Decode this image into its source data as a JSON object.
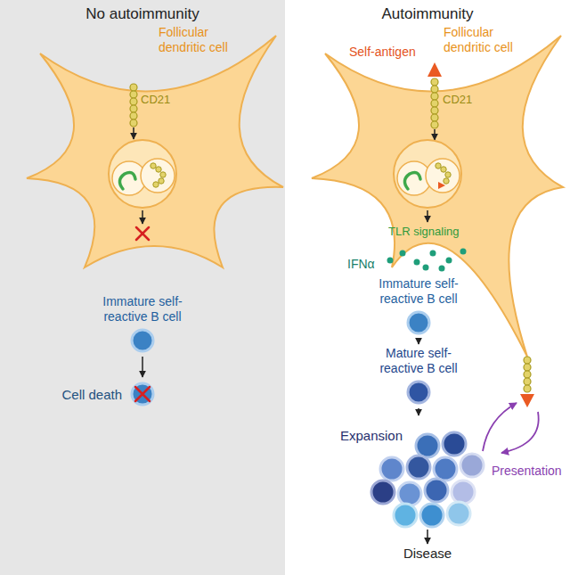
{
  "diagram": {
    "nodes": [
      {
        "text": [
          "No autoimmunity"
        ]
      },
      {
        "text": [
          "Autoimmunity"
        ]
      },
      {
        "text": [
          "Follicular dendritic cell"
        ],
        "in": 0
      },
      {
        "text": [
          "Immature self-reactive B cell"
        ],
        "in": 0
      },
      {
        "text": [
          "Cell death"
        ],
        "in": 0
      },
      {
        "text": [
          "Follicular dendritic cell"
        ],
        "in": 1
      },
      {
        "text": [
          "Immature self-reactive B cell"
        ],
        "in": 1
      },
      {
        "text": [
          "Mature self-reactive B cell"
        ],
        "in": 1
      },
      {
        "text": [
          "Expansion"
        ],
        "in": 1
      },
      {
        "text": [
          "Disease"
        ],
        "in": 1
      }
    ],
    "edges": [
      {
        "from": 3,
        "to": 4,
        "arrow": "to"
      },
      {
        "from": 6,
        "to": 7,
        "arrow": "to"
      },
      {
        "from": 7,
        "to": 8,
        "arrow": "to"
      },
      {
        "from": 8,
        "to": 9,
        "arrow": "to"
      }
    ],
    "labels": [
      "CD21",
      "CD21",
      "Self-antigen",
      "TLR signaling",
      "IFNα",
      "Presentation"
    ]
  }
}
